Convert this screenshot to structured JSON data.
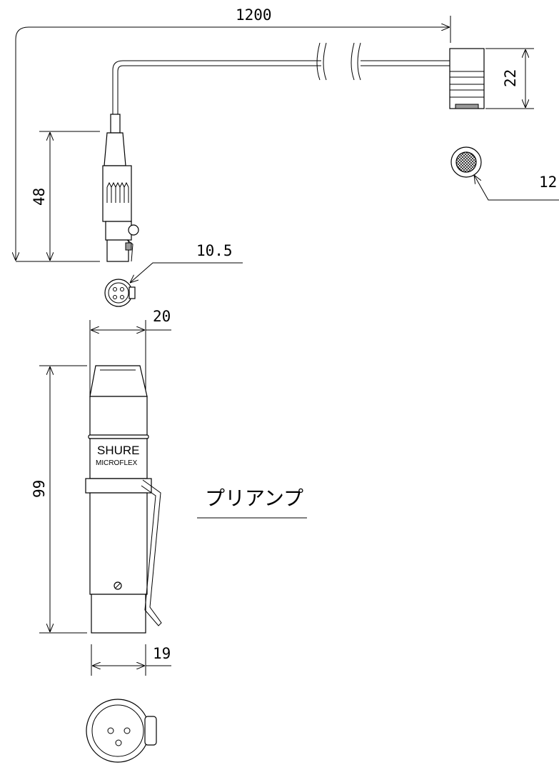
{
  "dimensions": {
    "cable_length": "1200",
    "mic_height": "22",
    "mic_diameter": "12",
    "connector_length": "48",
    "connector_diameter": "10.5",
    "preamp_width": "20",
    "preamp_length": "99",
    "preamp_bottom_width": "19"
  },
  "preamp": {
    "brand": "SHURE",
    "model": "MICROFLEX",
    "label": "プリアンプ"
  }
}
